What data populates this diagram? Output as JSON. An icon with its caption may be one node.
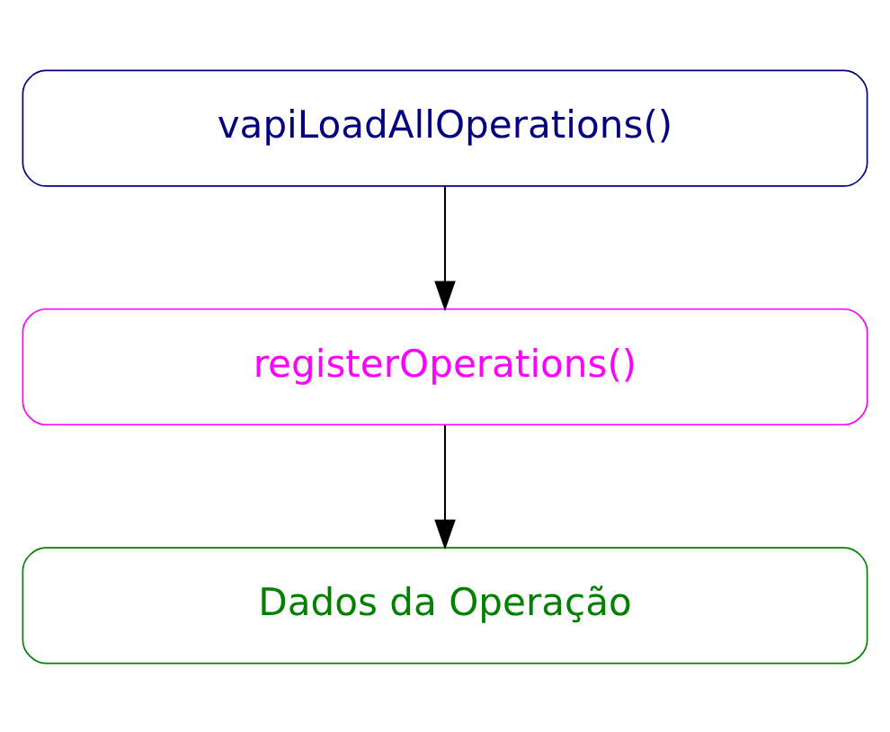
{
  "diagram": {
    "nodes": [
      {
        "text": [
          "vapiLoadAllOperations()"
        ]
      },
      {
        "text": [
          "registerOperations()"
        ]
      },
      {
        "text": [
          "Dados da Operação"
        ]
      }
    ],
    "edges": [
      {
        "from": 0,
        "to": 1,
        "arrow": "to"
      },
      {
        "from": 1,
        "to": 2,
        "arrow": "to"
      }
    ]
  }
}
